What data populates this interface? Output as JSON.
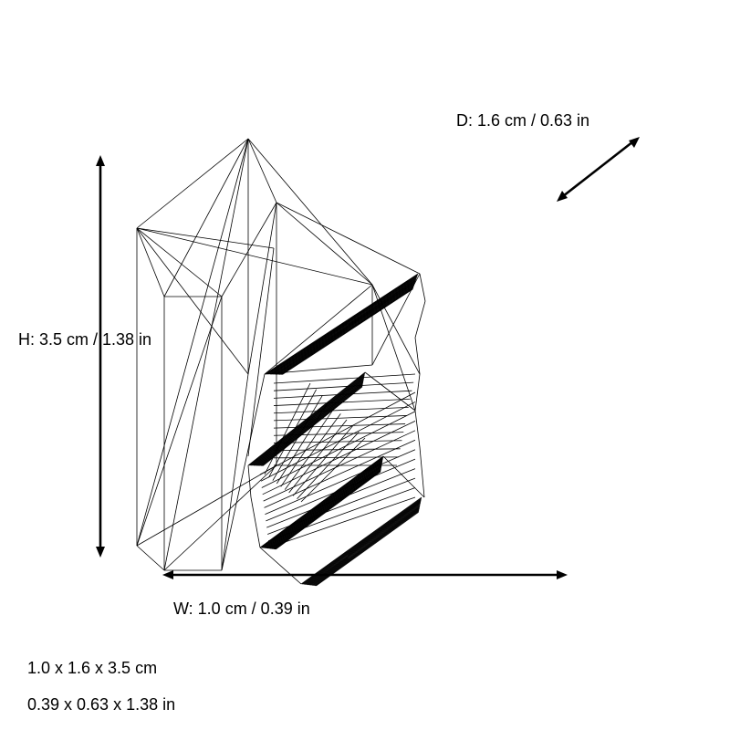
{
  "dimensions": {
    "height_label": "H: 3.5 cm / 1.38 in",
    "width_label": "W: 1.0 cm / 0.39 in",
    "depth_label": "D: 1.6 cm / 0.63 in"
  },
  "summary": {
    "metric": "1.0 x 1.6 x 3.5 cm",
    "imperial": "0.39 x 0.63 x 1.38 in"
  },
  "colors": {
    "line": "#000000",
    "background": "#ffffff"
  }
}
